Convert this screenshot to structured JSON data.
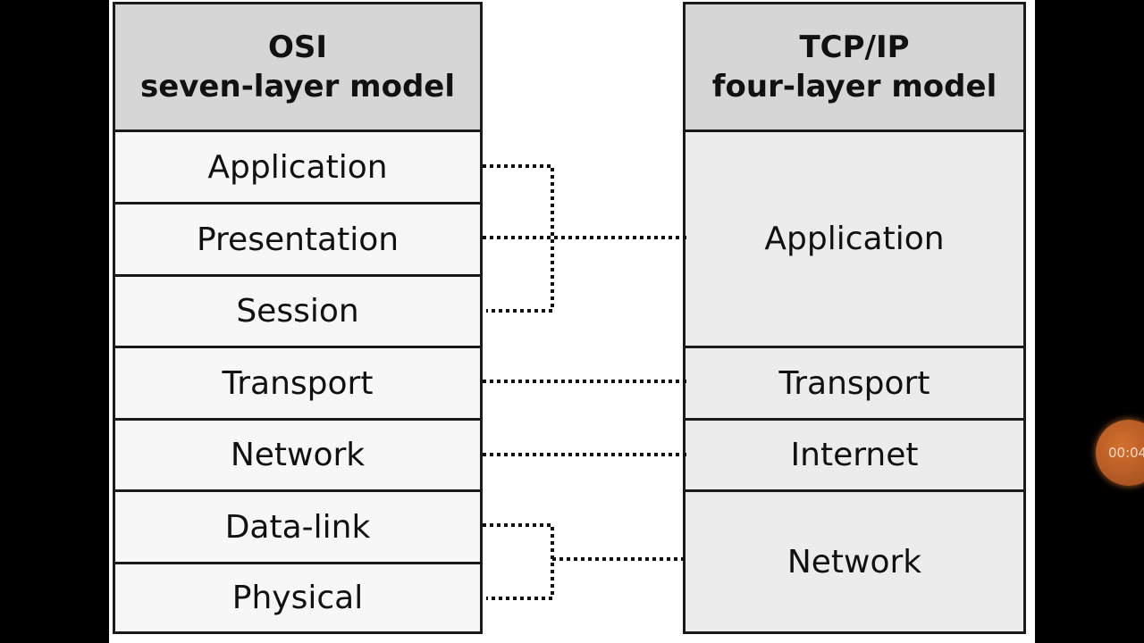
{
  "osi": {
    "title_line1": "OSI",
    "title_line2": "seven-layer model",
    "layers": [
      "Application",
      "Presentation",
      "Session",
      "Transport",
      "Network",
      "Data-link",
      "Physical"
    ]
  },
  "tcp": {
    "title_line1": "TCP/IP",
    "title_line2": "four-layer model",
    "layers": [
      "Application",
      "Transport",
      "Internet",
      "Network"
    ]
  },
  "timer": {
    "text": "00:04"
  }
}
